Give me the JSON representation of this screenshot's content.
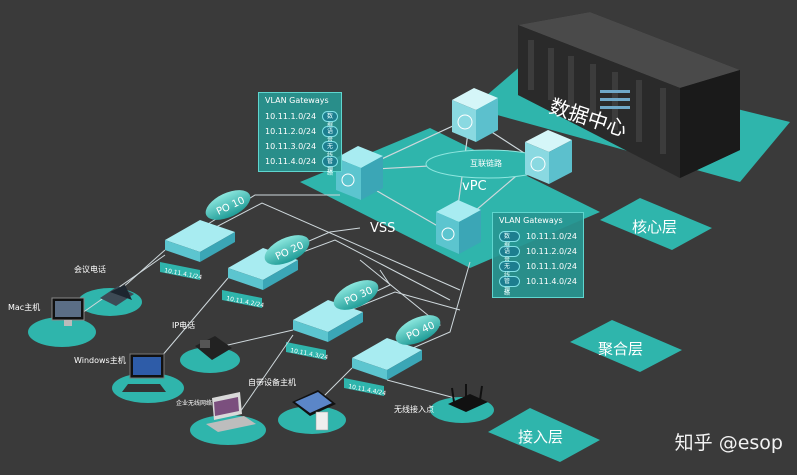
{
  "layers": {
    "datacenter": "数据中心",
    "core": "核心层",
    "aggregation": "聚合层",
    "access": "接入层"
  },
  "core_labels": {
    "vss": "VSS",
    "vpc": "vPC",
    "interconnect": "互联链路"
  },
  "vlan_left": {
    "title": "VLAN  Gateways",
    "rows": [
      {
        "net": "10.11.1.0/24",
        "tag": "数据"
      },
      {
        "net": "10.11.2.0/24",
        "tag": "语音"
      },
      {
        "net": "10.11.3.0/24",
        "tag": "无线网络"
      },
      {
        "net": "10.11.4.0/24",
        "tag": "管理"
      }
    ]
  },
  "vlan_right": {
    "title": "VLAN  Gateways",
    "rows": [
      {
        "net": "10.11.1.0/24",
        "tag": "数据"
      },
      {
        "net": "10.11.2.0/24",
        "tag": "语音"
      },
      {
        "net": "10.11.1.0/24",
        "tag": "无线网络"
      },
      {
        "net": "10.11.4.0/24",
        "tag": "管理"
      }
    ]
  },
  "port_channels": [
    "PO 10",
    "PO 20",
    "PO 30",
    "PO 40"
  ],
  "access_switch_ips": [
    "10.11.4.1/24",
    "10.11.4.2/24",
    "10.11.4.3/24",
    "10.11.4.4/24"
  ],
  "devices": {
    "conference_phone": "会议电话",
    "mac": "Mac主机",
    "ip_phone": "IP电话",
    "windows": "Windows主机",
    "enterprise_wireless": "企业无线网络",
    "own_device": "自带设备主机",
    "wireless_ap": "无线接入点"
  },
  "watermark": "知乎 @esop",
  "colors": {
    "background": "#3a3a3a",
    "teal": "#2fb5ac",
    "teal_dark": "#1f8f8a",
    "line": "#cfd8dc"
  }
}
